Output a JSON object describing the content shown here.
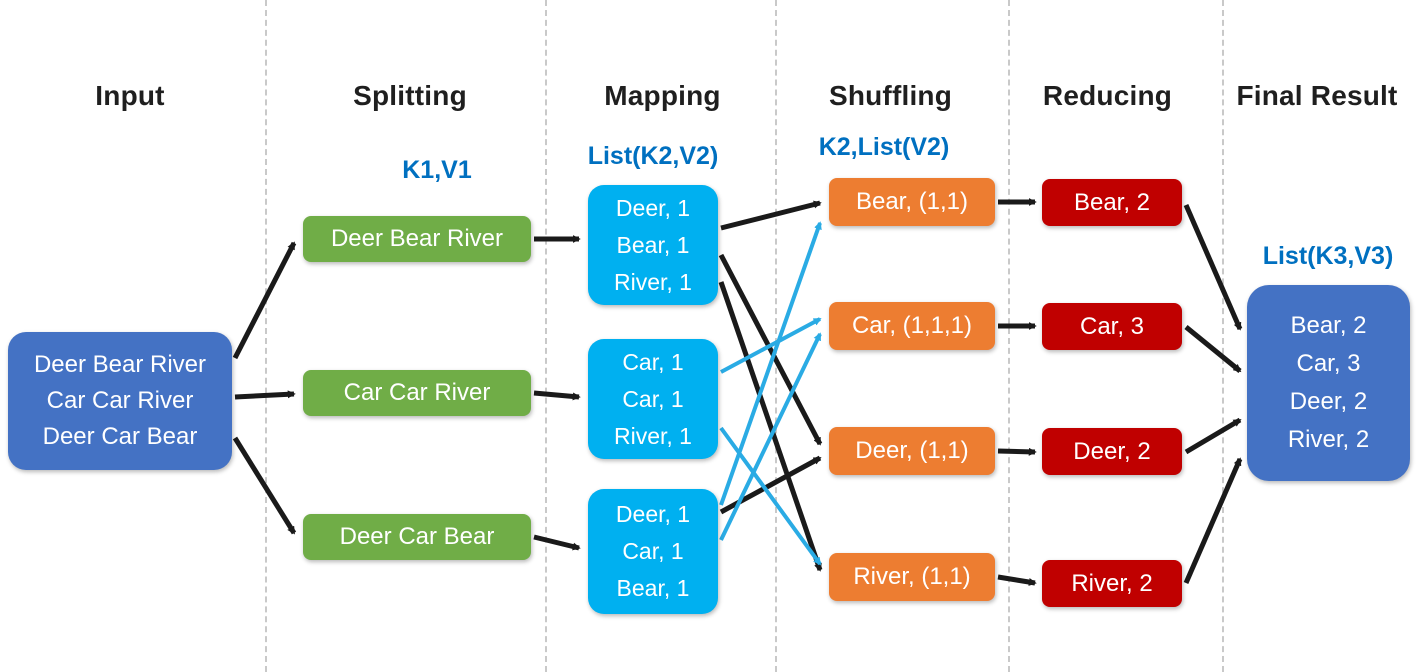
{
  "headers": {
    "input": "Input",
    "splitting": "Splitting",
    "mapping": "Mapping",
    "shuffling": "Shuffling",
    "reducing": "Reducing",
    "final_result": "Final Result"
  },
  "stage_labels": {
    "splitting": "K1,V1",
    "mapping": "List(K2,V2)",
    "shuffling": "K2,List(V2)",
    "final_result": "List(K3,V3)"
  },
  "input_box": {
    "lines": [
      "Deer Bear River",
      "Car Car River",
      "Deer Car Bear"
    ]
  },
  "split_boxes": [
    "Deer Bear River",
    "Car Car River",
    "Deer Car Bear"
  ],
  "map_boxes": [
    {
      "lines": [
        "Deer, 1",
        "Bear, 1",
        "River, 1"
      ]
    },
    {
      "lines": [
        "Car, 1",
        "Car, 1",
        "River, 1"
      ]
    },
    {
      "lines": [
        "Deer, 1",
        "Car, 1",
        "Bear, 1"
      ]
    }
  ],
  "shuffle_boxes": [
    "Bear, (1,1)",
    "Car, (1,1,1)",
    "Deer, (1,1)",
    "River, (1,1)"
  ],
  "reduce_boxes": [
    "Bear, 2",
    "Car, 3",
    "Deer, 2",
    "River, 2"
  ],
  "final_box": {
    "lines": [
      "Bear, 2",
      "Car, 3",
      "Deer, 2",
      "River, 2"
    ]
  },
  "colors": {
    "input_box": "#4472c4",
    "split_box": "#70ad47",
    "map_box": "#00b0f0",
    "shuffle_box": "#ed7d31",
    "reduce_box": "#c00000",
    "final_box": "#4472c4",
    "stage_label_text": "#0070c0",
    "arrow_black": "#1a1a1a",
    "arrow_blue": "#2aabe4"
  }
}
